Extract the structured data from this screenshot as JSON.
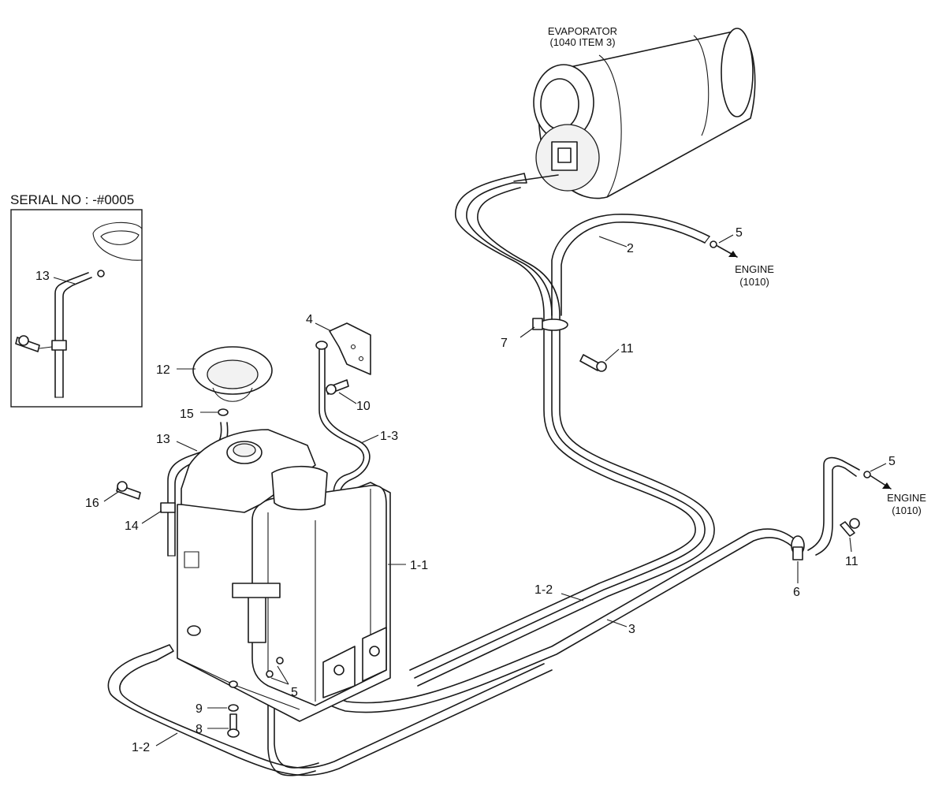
{
  "inset": {
    "title": "SERIAL NO : -#0005",
    "callout_13": "13"
  },
  "notes": {
    "evaporator_line1": "EVAPORATOR",
    "evaporator_line2": "(1040 ITEM 3)",
    "engine_upper_line1": "ENGINE",
    "engine_upper_line2": "(1010)",
    "engine_right_line1": "ENGINE",
    "engine_right_line2": "(1010)"
  },
  "callouts": {
    "c_1_1": "1-1",
    "c_1_2_mid": "1-2",
    "c_1_2_low": "1-2",
    "c_1_3": "1-3",
    "c_2": "2",
    "c_3": "3",
    "c_4": "4",
    "c_5_upper": "5",
    "c_5_right": "5",
    "c_5_tank": "5",
    "c_6": "6",
    "c_7": "7",
    "c_8": "8",
    "c_9": "9",
    "c_10": "10",
    "c_11_upper": "11",
    "c_11_right": "11",
    "c_12": "12",
    "c_13": "13",
    "c_14": "14",
    "c_15": "15",
    "c_16": "16"
  }
}
